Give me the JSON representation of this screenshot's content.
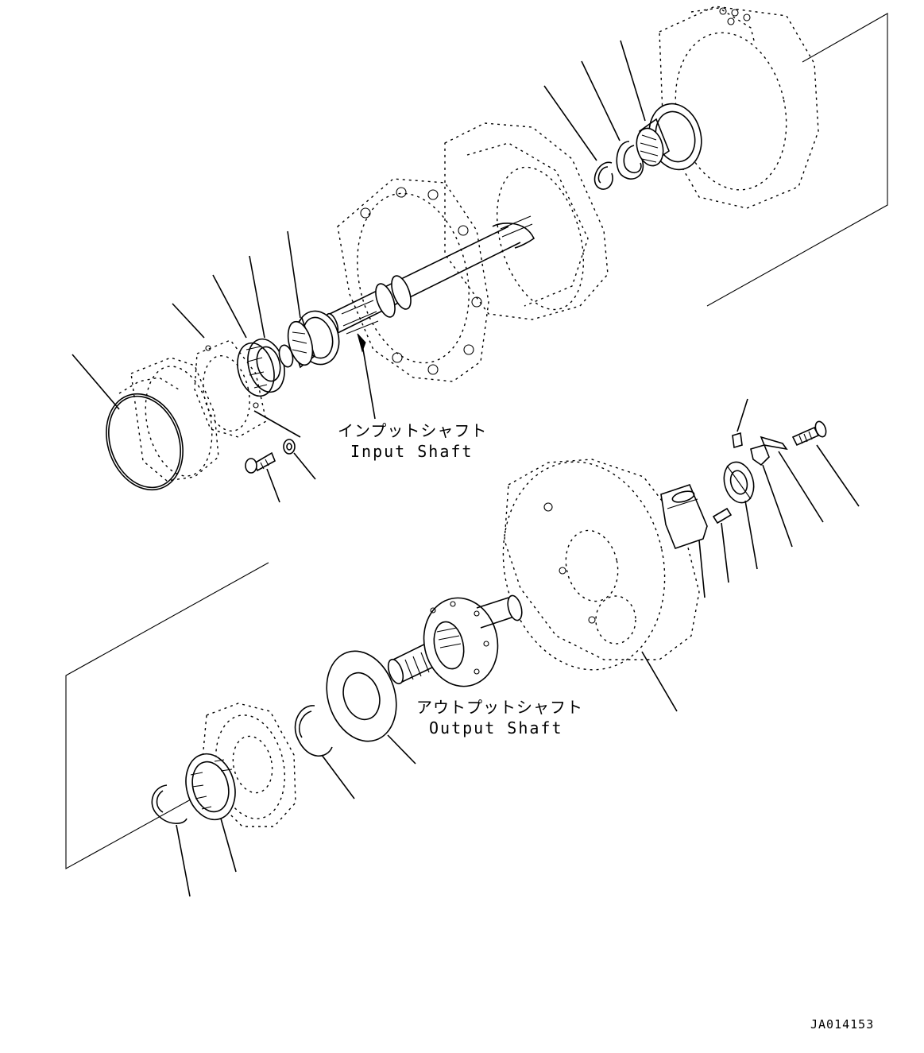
{
  "labels": {
    "input_jp": "インプットシャフト",
    "input_en": "Input Shaft",
    "output_jp": "アウトプットシャフト",
    "output_en": "Output Shaft",
    "drawing_id": "JA014153"
  }
}
